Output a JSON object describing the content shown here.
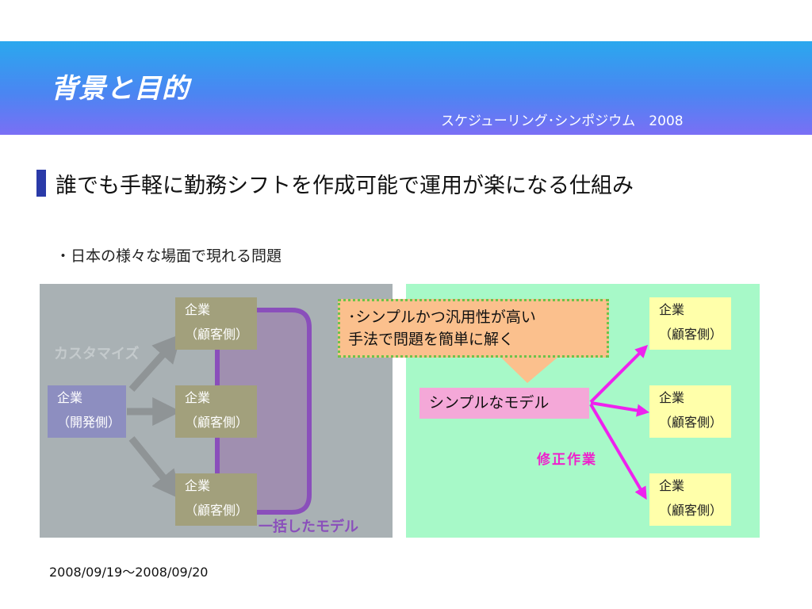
{
  "header": {
    "title": "背景と目的",
    "subtitle": "スケジューリング･シンポジウム　2008"
  },
  "heading": "誰でも手軽に勤務シフトを作成可能で運用が楽になる仕組み",
  "bullet": "・日本の様々な場面で現れる問題",
  "left_panel": {
    "developer": {
      "line1": "企業",
      "line2": "（開発側）"
    },
    "customers": [
      {
        "line1": "企業",
        "line2": "（顧客側）"
      },
      {
        "line1": "企業",
        "line2": "（顧客側）"
      },
      {
        "line1": "企業",
        "line2": "（顧客側）"
      }
    ],
    "customize_label": "カスタマイズ",
    "bundled_label": "一括したモデル"
  },
  "right_panel": {
    "callout_line1": "･シンプルかつ汎用性が高い",
    "callout_line2": "手法で問題を簡単に解く",
    "model_label": "シンプルなモデル",
    "modify_label": "修正作業",
    "customers": [
      {
        "line1": "企業",
        "line2": "（顧客側）"
      },
      {
        "line1": "企業",
        "line2": "（顧客側）"
      },
      {
        "line1": "企業",
        "line2": "（顧客側）"
      }
    ]
  },
  "footer_date": "2008/09/19～2008/09/20",
  "colors": {
    "banner_top": "#2aa8ee",
    "banner_bottom": "#7a6ff5",
    "left_panel_bg": "#a9b1b4",
    "right_panel_bg": "#a7f9c8",
    "arrow_pink": "#ee22ee",
    "bundle_purple": "#8a4fbb"
  }
}
